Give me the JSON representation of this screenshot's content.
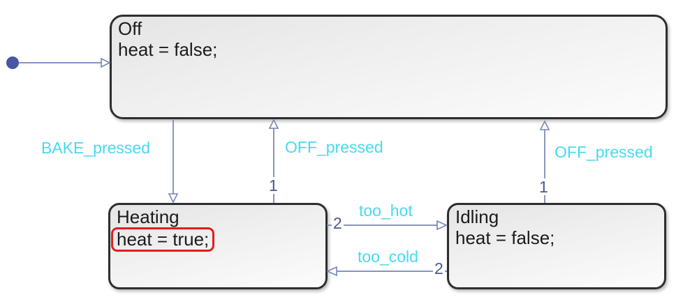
{
  "states": [
    {
      "title": "Off",
      "body": "heat = false;"
    },
    {
      "title": "Heating",
      "body": "heat = true;",
      "highlighted": true
    },
    {
      "title": "Idling",
      "body": "heat = false;"
    }
  ],
  "transitions": {
    "initial": {
      "target": "Off"
    },
    "bake": {
      "label": "BAKE_pressed"
    },
    "off_left": {
      "label": "OFF_pressed",
      "order": "1"
    },
    "off_right": {
      "label": "OFF_pressed",
      "order": "1"
    },
    "too_hot": {
      "label": "too_hot",
      "order": "2"
    },
    "too_cold": {
      "label": "too_cold",
      "order": "2"
    }
  },
  "colors": {
    "transition_line": "#7583b8",
    "order_number": "#4d5890",
    "label_cyan": "#49d8ef",
    "state_border": "#2e2e2e",
    "state_text": "#1b1b1b",
    "state_fill_top": "#e5e5e5",
    "state_fill_bottom": "#fcfcfc",
    "highlight_red": "#e21d1d",
    "initial_dot": "#4a55a3"
  }
}
